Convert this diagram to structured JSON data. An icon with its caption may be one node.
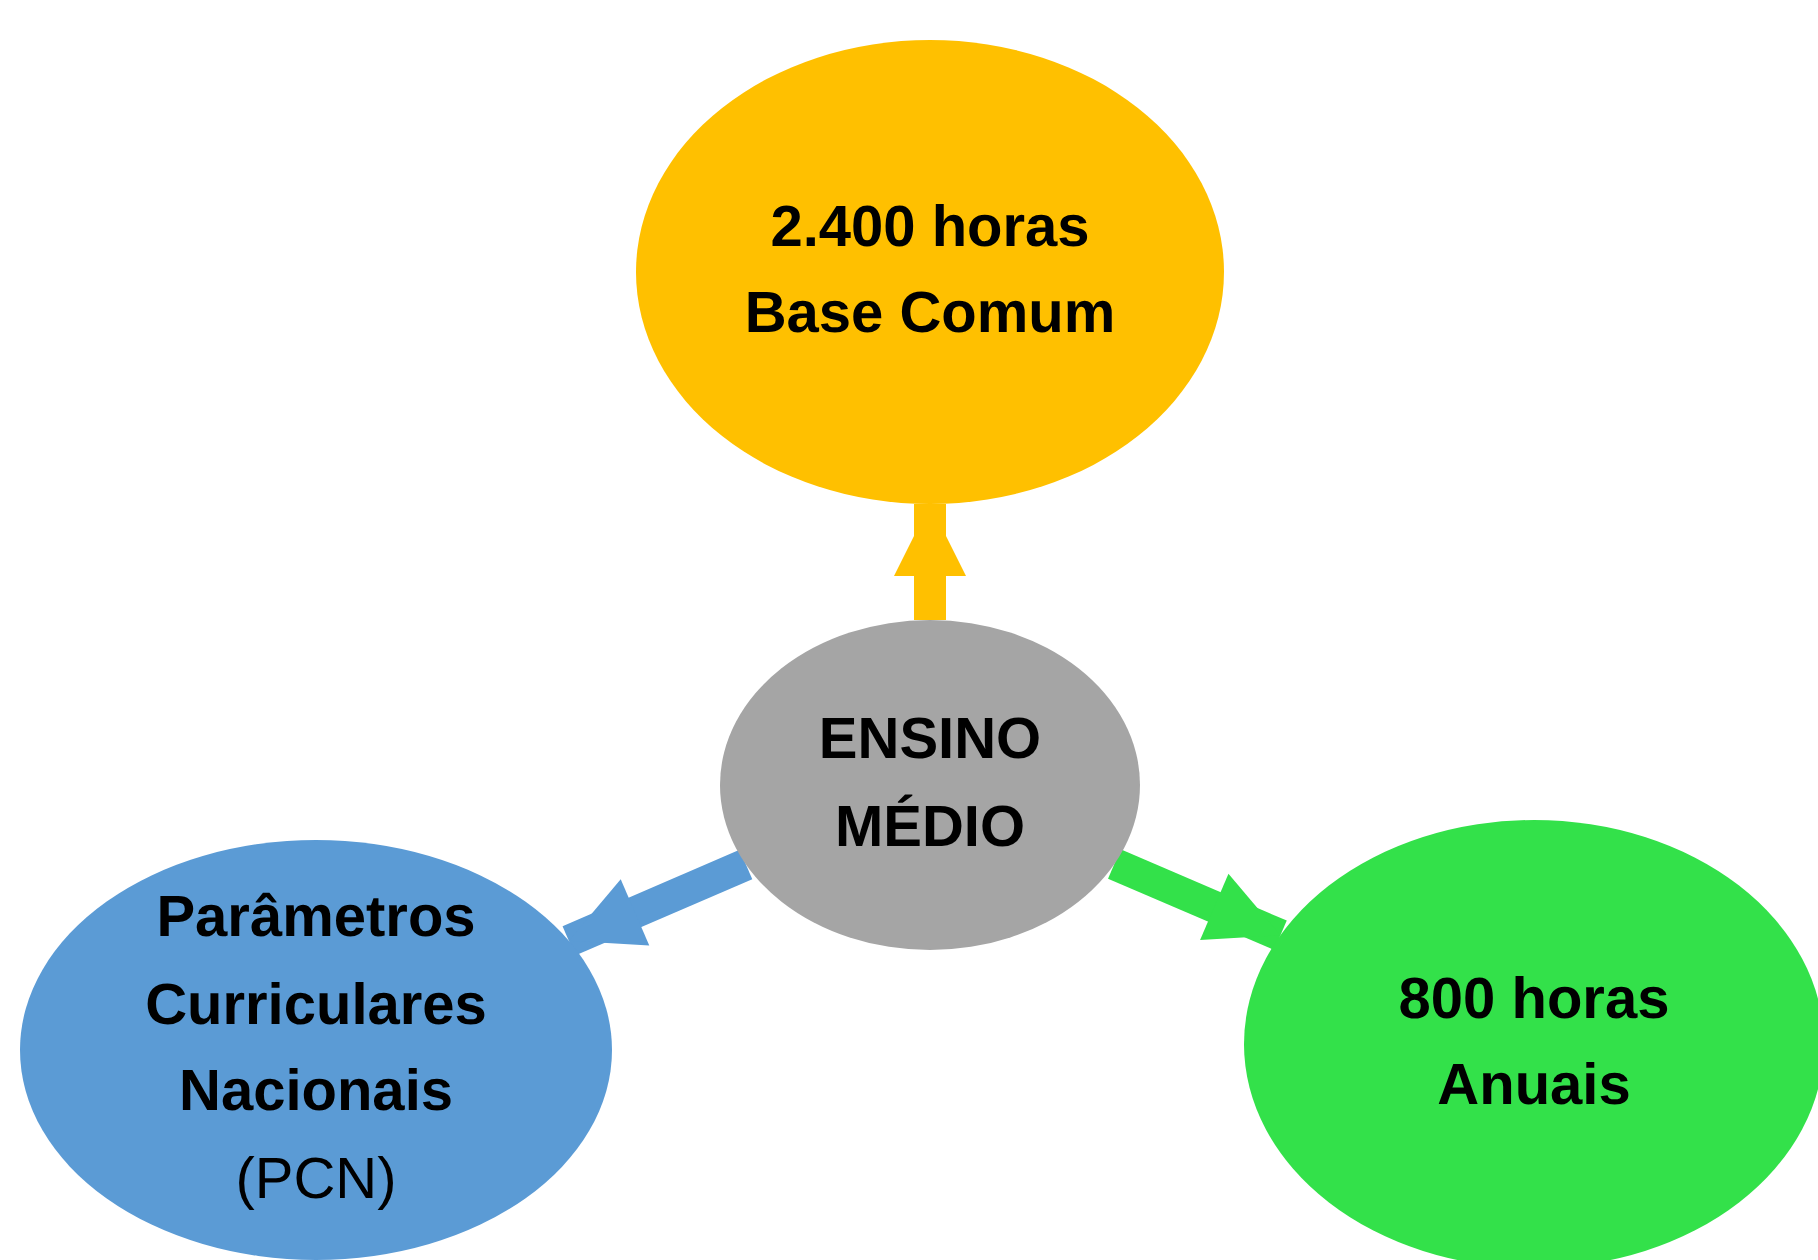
{
  "diagram": {
    "nodes": [
      {
        "text": [
          "ENSINO MÉDIO"
        ]
      },
      {
        "text": [
          "2.400 horas Base Comum"
        ]
      },
      {
        "text": [
          "Parâmetros Curriculares Nacionais",
          "(PCN)"
        ]
      },
      {
        "text": [
          "800 horas Anuais"
        ]
      }
    ],
    "edges": [
      {
        "from": 0,
        "to": 1,
        "arrow": "to",
        "color": "#ffc000"
      },
      {
        "from": 0,
        "to": 2,
        "arrow": "to",
        "color": "#5b9bd5"
      },
      {
        "from": 0,
        "to": 3,
        "arrow": "to",
        "color": "#33e14a"
      }
    ]
  }
}
